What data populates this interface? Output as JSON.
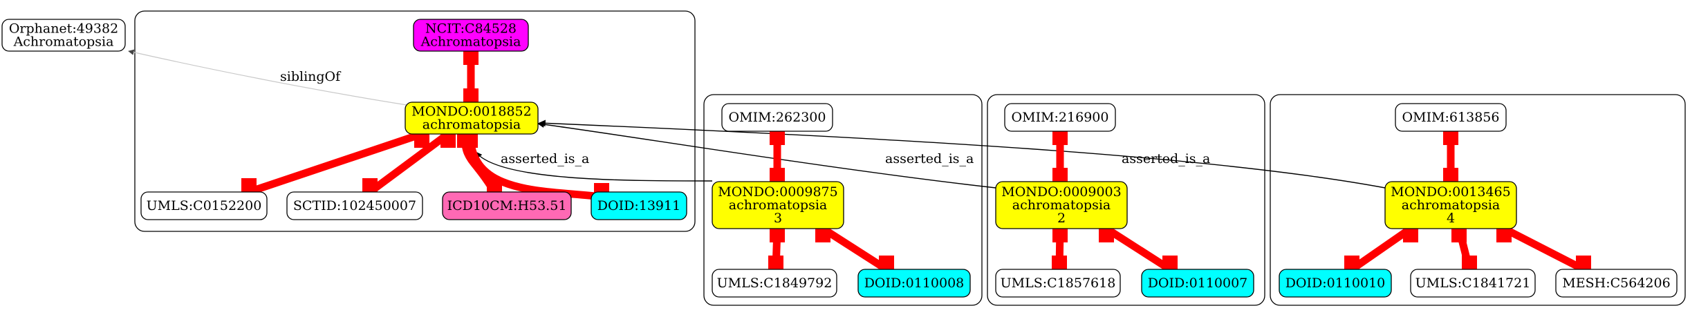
{
  "colors": {
    "magenta": "#ff00ff",
    "yellow": "#ffff00",
    "cyan": "#00ffff",
    "pink": "#ff69b4",
    "white": "#ffffff",
    "edge_red": "#ff0000",
    "edge_black": "#000000",
    "edge_light": "#d3d3d3"
  },
  "nodes": {
    "orphanet": {
      "lines": [
        "Orphanet:49382",
        "Achromatopsia"
      ],
      "color": "white"
    },
    "ncit": {
      "lines": [
        "NCIT:C84528",
        "Achromatopsia"
      ],
      "color": "magenta"
    },
    "mondo18852": {
      "lines": [
        "MONDO:0018852",
        "achromatopsia"
      ],
      "color": "yellow"
    },
    "umls_c0152200": {
      "lines": [
        "UMLS:C0152200"
      ],
      "color": "white"
    },
    "sctid": {
      "lines": [
        "SCTID:102450007"
      ],
      "color": "white"
    },
    "icd10": {
      "lines": [
        "ICD10CM:H53.51"
      ],
      "color": "pink"
    },
    "doid13911": {
      "lines": [
        "DOID:13911"
      ],
      "color": "cyan"
    },
    "omim262300": {
      "lines": [
        "OMIM:262300"
      ],
      "color": "white"
    },
    "mondo9875": {
      "lines": [
        "MONDO:0009875",
        "achromatopsia",
        "3"
      ],
      "color": "yellow"
    },
    "umls_c1849792": {
      "lines": [
        "UMLS:C1849792"
      ],
      "color": "white"
    },
    "doid0110008": {
      "lines": [
        "DOID:0110008"
      ],
      "color": "cyan"
    },
    "omim216900": {
      "lines": [
        "OMIM:216900"
      ],
      "color": "white"
    },
    "mondo9003": {
      "lines": [
        "MONDO:0009003",
        "achromatopsia",
        "2"
      ],
      "color": "yellow"
    },
    "umls_c1857618": {
      "lines": [
        "UMLS:C1857618"
      ],
      "color": "white"
    },
    "doid0110007": {
      "lines": [
        "DOID:0110007"
      ],
      "color": "cyan"
    },
    "omim613856": {
      "lines": [
        "OMIM:613856"
      ],
      "color": "white"
    },
    "mondo13465": {
      "lines": [
        "MONDO:0013465",
        "achromatopsia",
        "4"
      ],
      "color": "yellow"
    },
    "doid0110010": {
      "lines": [
        "DOID:0110010"
      ],
      "color": "cyan"
    },
    "umls_c1841721": {
      "lines": [
        "UMLS:C1841721"
      ],
      "color": "white"
    },
    "mesh": {
      "lines": [
        "MESH:C564206"
      ],
      "color": "white"
    }
  },
  "edges": [
    {
      "from": "mondo18852",
      "to": "orphanet",
      "label": "siblingOf",
      "style": "light"
    },
    {
      "from": "ncit",
      "to": "mondo18852",
      "label": "",
      "style": "red"
    },
    {
      "from": "mondo18852",
      "to": "umls_c0152200",
      "label": "",
      "style": "red"
    },
    {
      "from": "mondo18852",
      "to": "sctid",
      "label": "",
      "style": "red"
    },
    {
      "from": "mondo18852",
      "to": "icd10",
      "label": "",
      "style": "red"
    },
    {
      "from": "mondo18852",
      "to": "doid13911",
      "label": "",
      "style": "red"
    },
    {
      "from": "mondo9875",
      "to": "mondo18852",
      "label": "asserted_is_a",
      "style": "black"
    },
    {
      "from": "omim262300",
      "to": "mondo9875",
      "label": "",
      "style": "red"
    },
    {
      "from": "mondo9875",
      "to": "umls_c1849792",
      "label": "",
      "style": "red"
    },
    {
      "from": "mondo9875",
      "to": "doid0110008",
      "label": "",
      "style": "red"
    },
    {
      "from": "mondo9003",
      "to": "mondo18852",
      "label": "asserted_is_a",
      "style": "black"
    },
    {
      "from": "omim216900",
      "to": "mondo9003",
      "label": "",
      "style": "red"
    },
    {
      "from": "mondo9003",
      "to": "umls_c1857618",
      "label": "",
      "style": "red"
    },
    {
      "from": "mondo9003",
      "to": "doid0110007",
      "label": "",
      "style": "red"
    },
    {
      "from": "mondo13465",
      "to": "mondo18852",
      "label": "asserted_is_a",
      "style": "black"
    },
    {
      "from": "omim613856",
      "to": "mondo13465",
      "label": "",
      "style": "red"
    },
    {
      "from": "mondo13465",
      "to": "doid0110010",
      "label": "",
      "style": "red"
    },
    {
      "from": "mondo13465",
      "to": "umls_c1841721",
      "label": "",
      "style": "red"
    },
    {
      "from": "mondo13465",
      "to": "mesh",
      "label": "",
      "style": "red"
    }
  ]
}
